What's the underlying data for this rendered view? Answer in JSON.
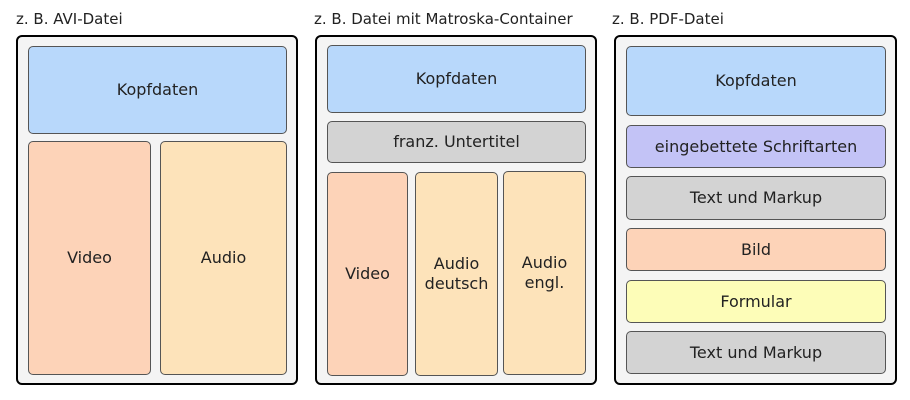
{
  "avi": {
    "caption": "z. B. AVI-Datei",
    "header": "Kopfdaten",
    "video": "Video",
    "audio": "Audio"
  },
  "mkv": {
    "caption": "z. B. Datei mit Matroska-Container",
    "header": "Kopfdaten",
    "subtitles": "franz. Untertitel",
    "video": "Video",
    "audio_de_1": "Audio",
    "audio_de_2": "deutsch",
    "audio_en_1": "Audio",
    "audio_en_2": "engl."
  },
  "pdf": {
    "caption": "z. B. PDF-Datei",
    "header": "Kopfdaten",
    "fonts": "eingebettete Schriftarten",
    "text1": "Text und Markup",
    "image": "Bild",
    "form": "Formular",
    "text2": "Text und Markup"
  },
  "colors": {
    "header": "#b8d8fb",
    "video": "#fdd3b8",
    "audio": "#fde3ba",
    "gray": "#d3d3d3",
    "fonts": "#c3c3f6",
    "form": "#fdfdb8"
  }
}
